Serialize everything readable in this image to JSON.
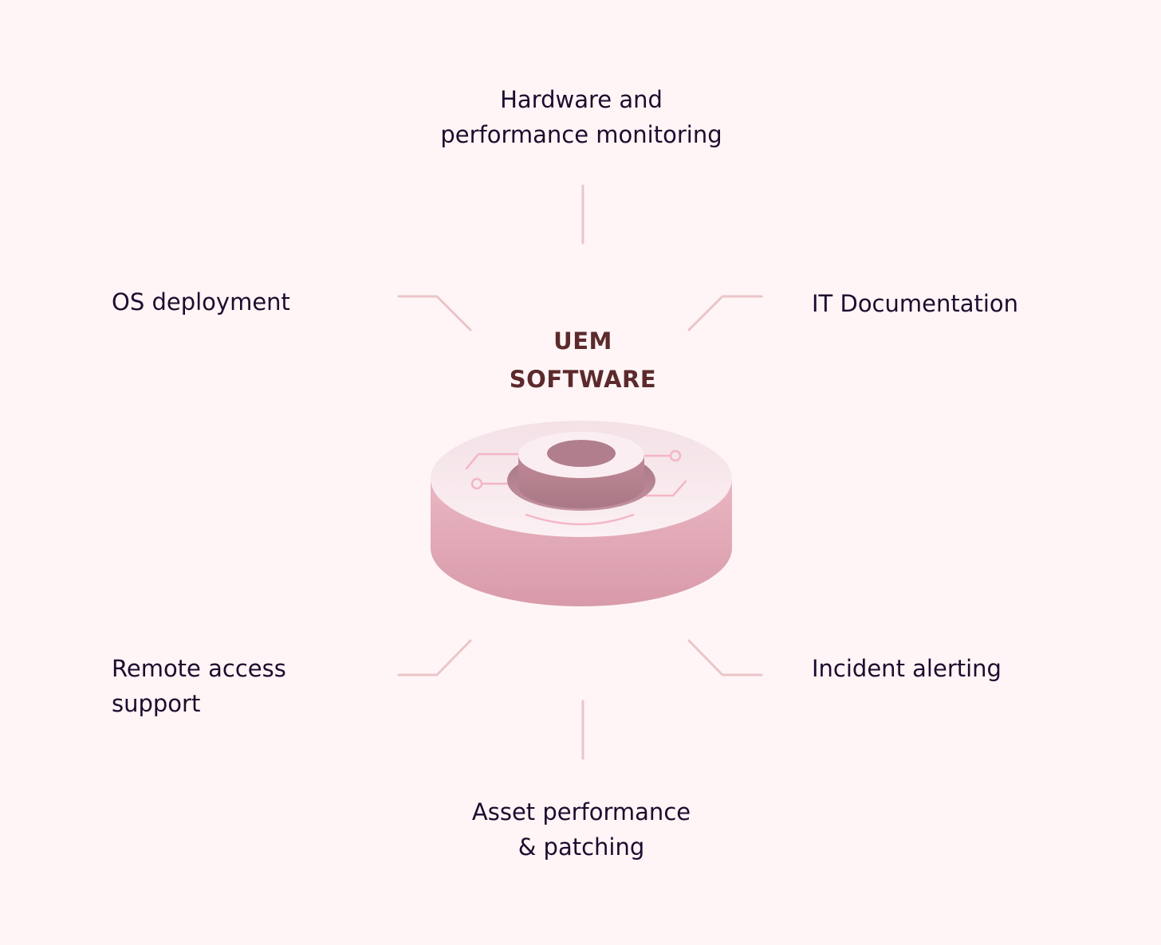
{
  "hub": {
    "title_line1": "UEM",
    "title_line2": "SOFTWARE"
  },
  "features": {
    "top": {
      "line1": "Hardware and",
      "line2": "performance monitoring"
    },
    "top_left": {
      "line1": "OS deployment"
    },
    "top_right": {
      "line1": "IT Documentation"
    },
    "bottom_left": {
      "line1": "Remote access",
      "line2": "support"
    },
    "bottom_right": {
      "line1": "Incident alerting"
    },
    "bottom": {
      "line1": "Asset performance",
      "line2": "& patching"
    }
  },
  "colors": {
    "background": "#fff5f6",
    "text": "#1e0b2e",
    "hub_title": "#5c2a2c",
    "connector": "#ebc5c8",
    "disc_side": "#dfa2b0",
    "disc_top": "#f7e6ea",
    "circuit": "#f4b6c6"
  }
}
